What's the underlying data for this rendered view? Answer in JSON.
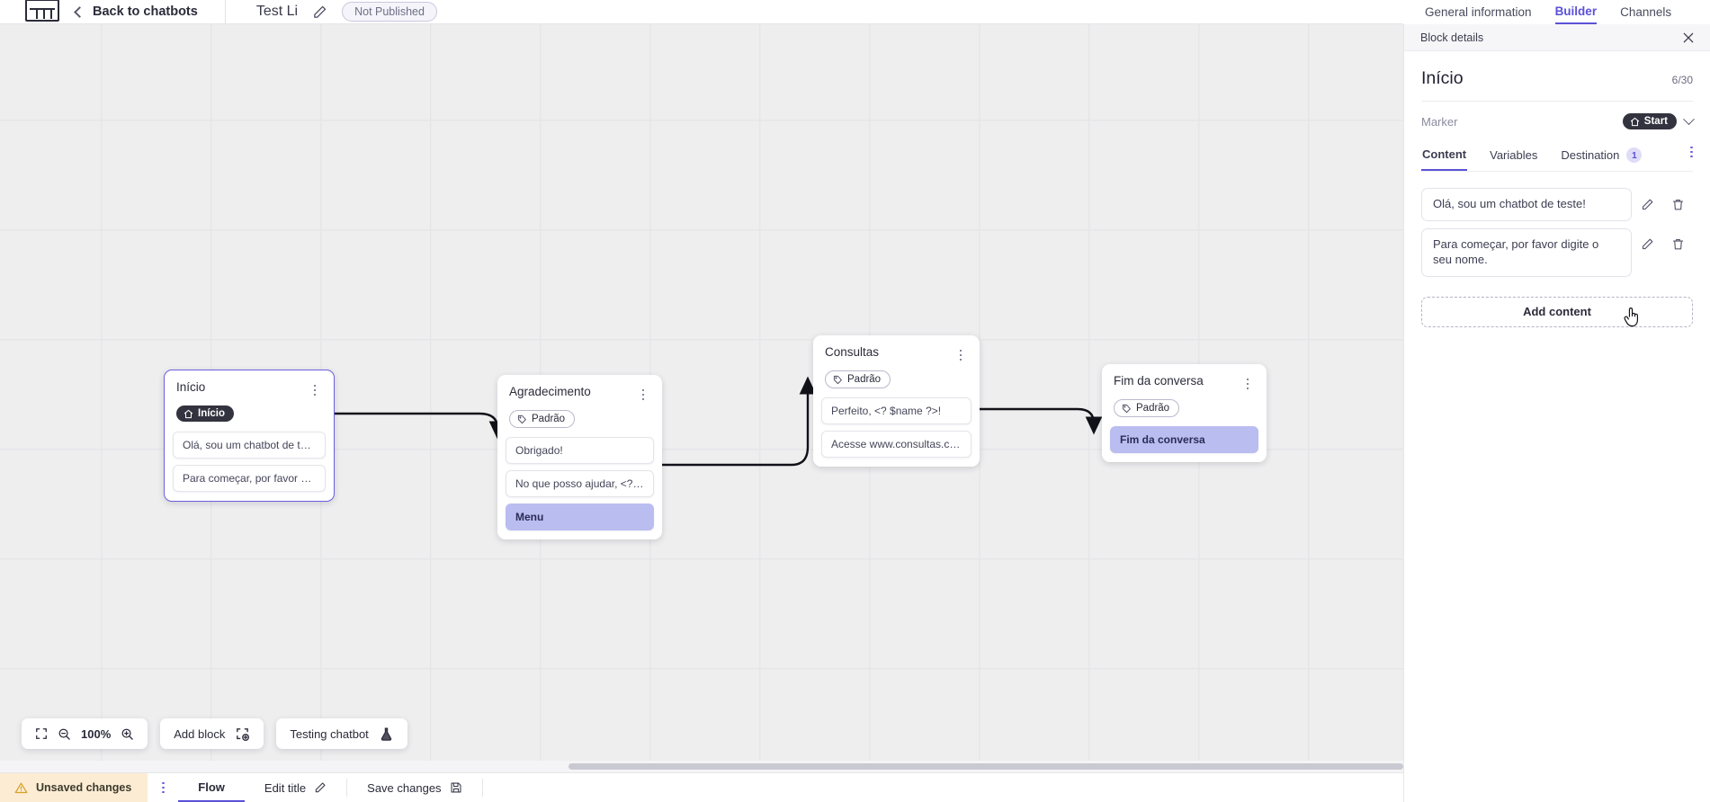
{
  "header": {
    "logo_name": "app-logo",
    "back_label": "Back to chatbots",
    "bot_name": "Test Li",
    "status_badge": "Not Published",
    "nav_tabs": [
      {
        "label": "General information",
        "active": false
      },
      {
        "label": "Builder",
        "active": true
      },
      {
        "label": "Channels",
        "active": false
      }
    ]
  },
  "canvas": {
    "zoom_level": "100%",
    "add_block_label": "Add block",
    "testing_label": "Testing chatbot",
    "blocks": [
      {
        "id": "inicio",
        "title": "Início",
        "tag": "Início",
        "tag_type": "start",
        "selected": true,
        "rows": [
          {
            "text": "Olá, sou um chatbot de teste!",
            "accent": false
          },
          {
            "text": "Para começar, por favor digite o ...",
            "accent": false
          }
        ]
      },
      {
        "id": "agradecimento",
        "title": "Agradecimento",
        "tag": "Padrão",
        "tag_type": "default",
        "selected": false,
        "rows": [
          {
            "text": "Obrigado!",
            "accent": false
          },
          {
            "text": "No que posso ajudar, <? $name ...",
            "accent": false
          },
          {
            "text": "Menu",
            "accent": true
          }
        ]
      },
      {
        "id": "consultas",
        "title": "Consultas",
        "tag": "Padrão",
        "tag_type": "default",
        "selected": false,
        "rows": [
          {
            "text": "Perfeito, <? $name ?>!",
            "accent": false
          },
          {
            "text": "Acesse www.consultas.com par...",
            "accent": false
          }
        ]
      },
      {
        "id": "fim",
        "title": "Fim da conversa",
        "tag": "Padrão",
        "tag_type": "default",
        "selected": false,
        "rows": [
          {
            "text": "Fim da conversa",
            "accent": true
          }
        ]
      }
    ]
  },
  "bottombar": {
    "unsaved_label": "Unsaved changes",
    "flow_label": "Flow",
    "edit_title_label": "Edit title",
    "save_label": "Save changes"
  },
  "panel": {
    "header_title": "Block details",
    "block_title": "Início",
    "char_count": "6/30",
    "marker_label": "Marker",
    "marker_value": "Start",
    "tabs": [
      {
        "label": "Content",
        "active": true,
        "badge": ""
      },
      {
        "label": "Variables",
        "active": false,
        "badge": ""
      },
      {
        "label": "Destination",
        "active": false,
        "badge": "1"
      }
    ],
    "content_items": [
      {
        "text": "Olá, sou um chatbot de teste!"
      },
      {
        "text": "Para começar, por favor digite o seu nome."
      }
    ],
    "add_content_label": "Add content"
  },
  "colors": {
    "accent": "#5b51d8",
    "accent_soft": "#b9bdf0",
    "warning_bg": "#fdecd4",
    "dark_pill": "#33333f",
    "canvas_bg": "#eeeeef"
  }
}
